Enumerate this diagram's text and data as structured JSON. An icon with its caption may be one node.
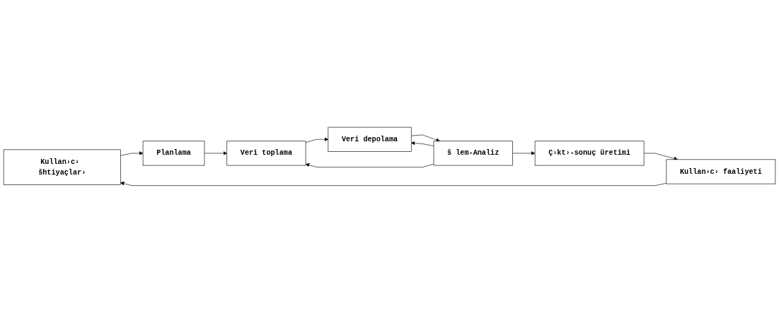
{
  "diagram": {
    "nodes": [
      {
        "text": [
          "Kullan›c› šhtiyaçlar›"
        ]
      },
      {
        "text": [
          "Kullan›c› faaliyeti"
        ]
      },
      {
        "text": [
          "Ç›kt›-sonuç üretimi"
        ]
      },
      {
        "text": [
          "Planlama"
        ]
      },
      {
        "text": [
          "Veri toplama"
        ]
      },
      {
        "text": [
          "Veri depolama"
        ]
      },
      {
        "text": [
          "š lem-Analiz"
        ]
      }
    ],
    "edges": [
      {
        "from": 1,
        "to": 0,
        "arrow": "to"
      },
      {
        "from": 2,
        "to": 1,
        "arrow": "to"
      },
      {
        "from": 6,
        "to": 2,
        "arrow": "to"
      },
      {
        "from": 0,
        "to": 3,
        "arrow": "to"
      },
      {
        "from": 3,
        "to": 4,
        "arrow": "to"
      },
      {
        "from": 4,
        "to": 5,
        "arrow": "to"
      },
      {
        "from": 5,
        "to": 6,
        "arrow": "to"
      },
      {
        "from": 6,
        "to": 4,
        "arrow": "to"
      },
      {
        "from": 6,
        "to": 5,
        "arrow": "to"
      }
    ]
  }
}
